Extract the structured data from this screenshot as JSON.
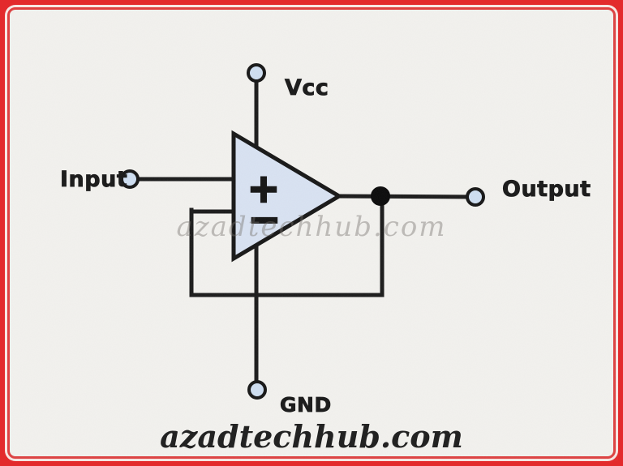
{
  "labels": {
    "input": "Input",
    "output": "Output",
    "vcc": "Vcc",
    "gnd": "GND",
    "plus": "+",
    "minus": "−"
  },
  "watermark": "azadtechhub.com",
  "brand": "azadtechhub.com",
  "colors": {
    "frame_red": "#e32a2c",
    "inner_line_red": "#de4040",
    "background": "#f3f2ef",
    "wire": "#1a1a1a",
    "opamp_fill": "#d9e3f3",
    "terminal_fill": "#cfdff2",
    "junction_dot": "#0a0a0a"
  }
}
